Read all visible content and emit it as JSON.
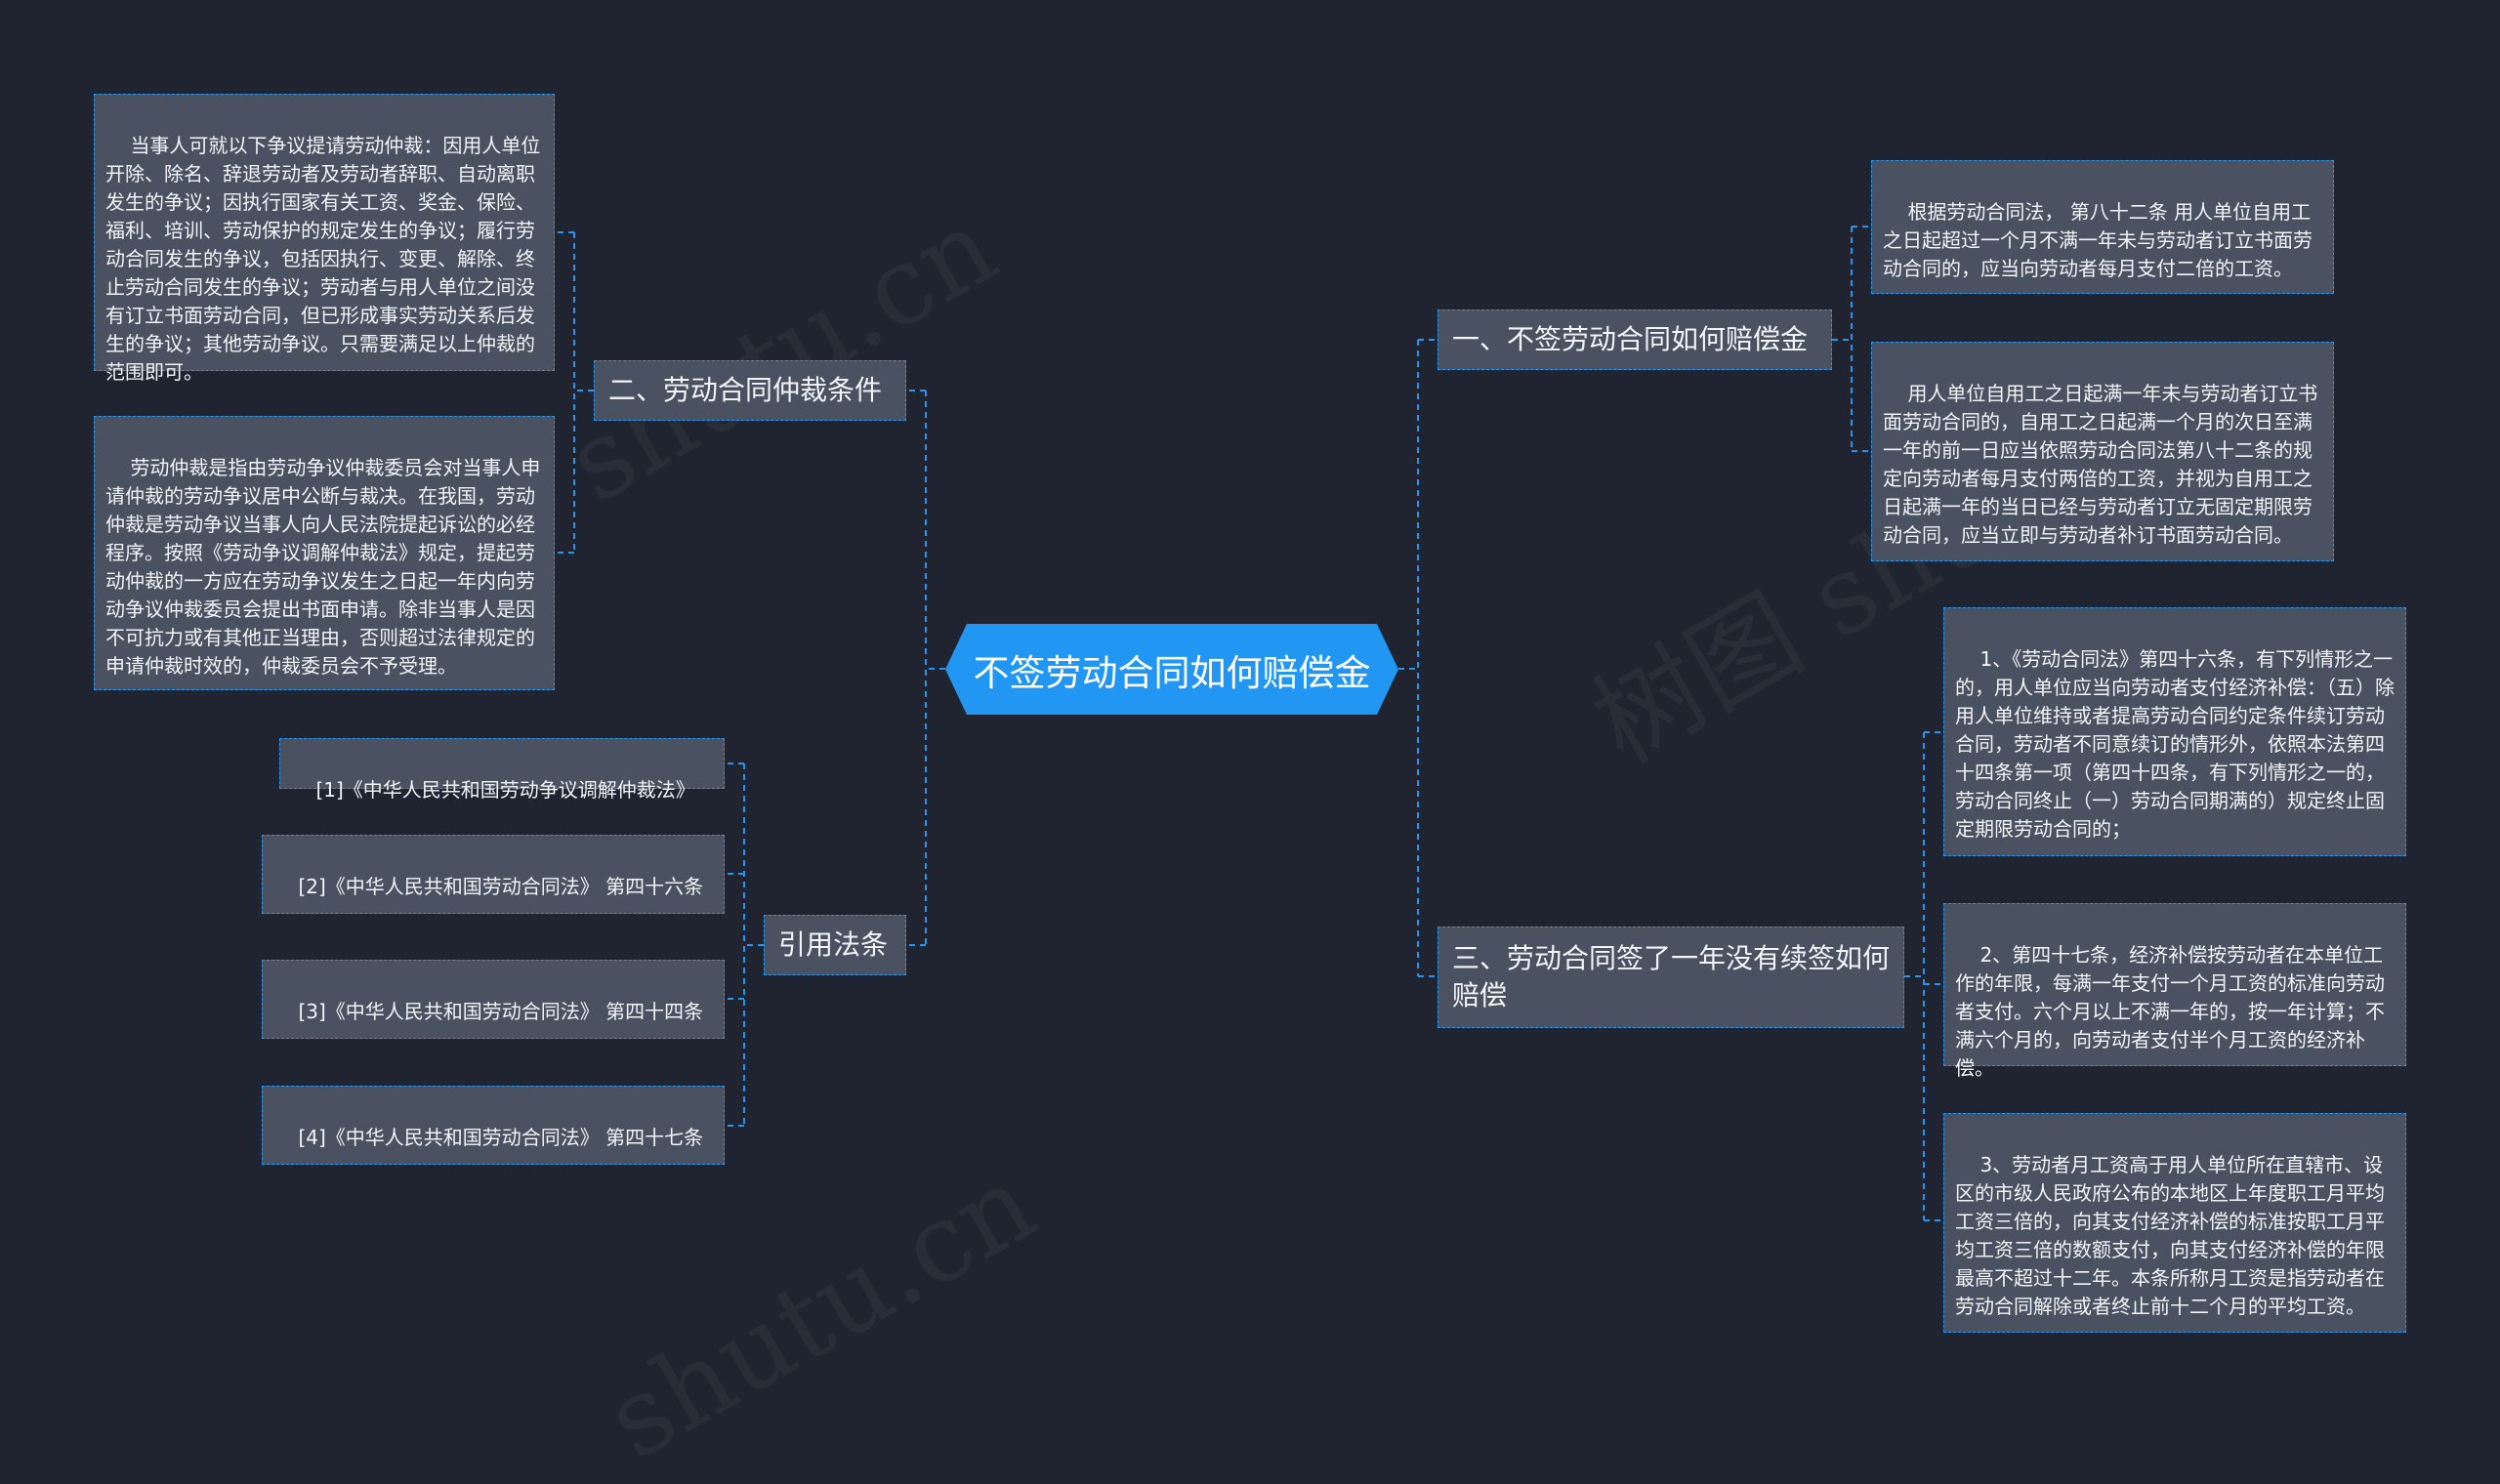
{
  "root": {
    "label": "不签劳动合同如何赔偿金"
  },
  "branches": {
    "left_top": {
      "label": "二、劳动合同仲裁条件"
    },
    "left_bottom": {
      "label": "引用法条"
    },
    "right_top": {
      "label": "一、不签劳动合同如何赔偿金"
    },
    "right_bottom": {
      "label": "三、劳动合同签了一年没有续签如何赔偿"
    }
  },
  "leaves": {
    "arbitration_scope": "当事人可就以下争议提请劳动仲裁：因用人单位开除、除名、辞退劳动者及劳动者辞职、自动离职发生的争议；因执行国家有关工资、奖金、保险、福利、培训、劳动保护的规定发生的争议；履行劳动合同发生的争议，包括因执行、变更、解除、终止劳动合同发生的争议；劳动者与用人单位之间没有订立书面劳动合同，但已形成事实劳动关系后发生的争议；其他劳动争议。只需要满足以上仲裁的范围即可。",
    "arbitration_definition": "劳动仲裁是指由劳动争议仲裁委员会对当事人申请仲裁的劳动争议居中公断与裁决。在我国，劳动仲裁是劳动争议当事人向人民法院提起诉讼的必经程序。按照《劳动争议调解仲裁法》规定，提起劳动仲裁的一方应在劳动争议发生之日起一年内向劳动争议仲裁委员会提出书面申请。除非当事人是因不可抗力或有其他正当理由，否则超过法律规定的申请仲裁时效的，仲裁委员会不予受理。",
    "ref_1": "[1]《中华人民共和国劳动争议调解仲裁法》",
    "ref_2": "[2]《中华人民共和国劳动合同法》 第四十六条",
    "ref_3": "[3]《中华人民共和国劳动合同法》 第四十四条",
    "ref_4": "[4]《中华人民共和国劳动合同法》 第四十七条",
    "double_wage": "根据劳动合同法， 第八十二条 用人单位自用工之日起超过一个月不满一年未与劳动者订立书面劳动合同的，应当向劳动者每月支付二倍的工资。",
    "one_year_rule": "用人单位自用工之日起满一年未与劳动者订立书面劳动合同的，自用工之日起满一个月的次日至满一年的前一日应当依照劳动合同法第八十二条的规定向劳动者每月支付两倍的工资，并视为自用工之日起满一年的当日已经与劳动者订立无固定期限劳动合同，应当立即与劳动者补订书面劳动合同。",
    "art46": "1、《劳动合同法》第四十六条，有下列情形之一的，用人单位应当向劳动者支付经济补偿：（五）除用人单位维持或者提高劳动合同约定条件续订劳动合同，劳动者不同意续订的情形外，依照本法第四十四条第一项（第四十四条，有下列情形之一的，劳动合同终止（一）劳动合同期满的）规定终止固定期限劳动合同的；",
    "art47": "2、第四十七条，经济补偿按劳动者在本单位工作的年限，每满一年支付一个月工资的标准向劳动者支付。六个月以上不满一年的，按一年计算；不满六个月的，向劳动者支付半个月工资的经济补偿。",
    "cap": "3、劳动者月工资高于用人单位所在直辖市、设区的市级人民政府公布的本地区上年度职工月平均工资三倍的，向其支付经济补偿的标准按职工月平均工资三倍的数额支付，向其支付经济补偿的年限最高不超过十二年。本条所称月工资是指劳动者在劳动合同解除或者终止前十二个月的平均工资。"
  },
  "colors": {
    "background": "#1f2430",
    "node": "#4a5160",
    "accent": "#2196f3",
    "text": "#f2f4f7"
  }
}
